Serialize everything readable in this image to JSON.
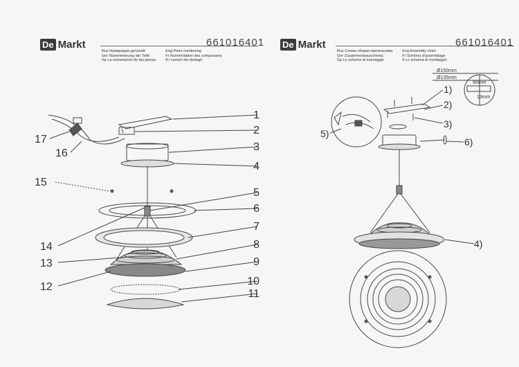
{
  "left_page": {
    "brand": "De Markt",
    "brand_box": "De",
    "brand_rest": "Markt",
    "part_number": "661016401",
    "captions": [
      "Rus Нумерация деталей",
      "Eng Parts numbering",
      "Ger Nummerierung der Teile",
      "Fr Numérotation des composants",
      "Sp La numeración de las piezas",
      "It I numeri dei dettagli"
    ],
    "callouts": [
      "1",
      "2",
      "3",
      "4",
      "5",
      "6",
      "7",
      "8",
      "9",
      "10",
      "11",
      "12",
      "13",
      "14",
      "15",
      "16",
      "17"
    ]
  },
  "right_page": {
    "brand": "De Markt",
    "brand_box": "De",
    "brand_rest": "Markt",
    "part_number": "661016401",
    "captions": [
      "Rus Схема сборки светильника",
      "Eng Assembly chart",
      "Ger Zusammenbauschema",
      "Fr Schéma d'assemblage",
      "Sp Lo schema di montaggio",
      "It Lo schema di montaggio"
    ],
    "callouts": [
      "1)",
      "2)",
      "3)",
      "4)",
      "5)",
      "6)"
    ],
    "dimensions": {
      "outer": "Ø150mm",
      "inner": "Ø135mm",
      "depth": "90mm",
      "small": "13mm"
    }
  }
}
